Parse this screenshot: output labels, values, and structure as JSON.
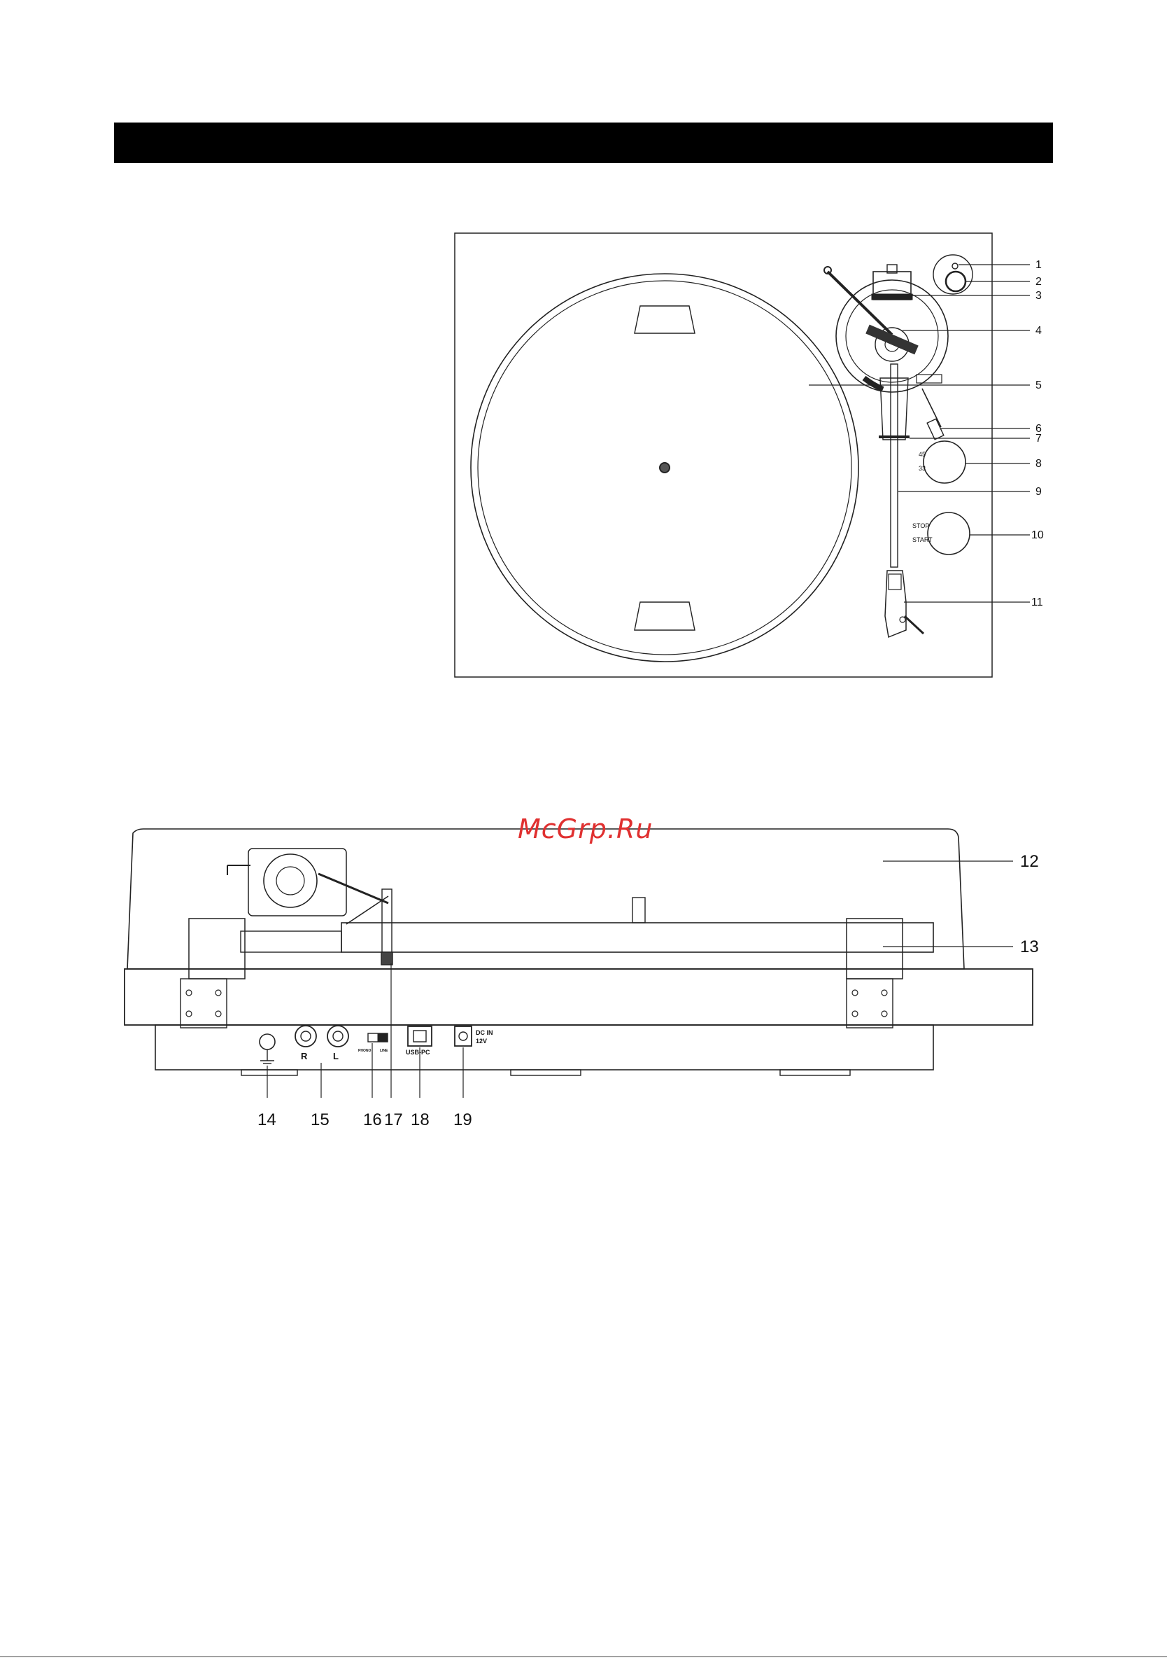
{
  "top_view": {
    "callouts": [
      "1",
      "2",
      "3",
      "4",
      "5",
      "6",
      "7",
      "8",
      "9",
      "10",
      "11"
    ],
    "speed_labels": [
      "45",
      "33"
    ],
    "startstop_labels": [
      "STOP",
      "START"
    ]
  },
  "rear_view": {
    "callouts": [
      "12",
      "13",
      "14",
      "15",
      "16",
      "17",
      "18",
      "19"
    ],
    "jack_labels": {
      "right": "R",
      "left": "L",
      "dc_in": "DC IN",
      "dc_voltage": "12V",
      "usb": "USB-PC",
      "switch_a": "PHONO",
      "switch_b": "LINE"
    }
  },
  "watermark": "McGrp.Ru"
}
